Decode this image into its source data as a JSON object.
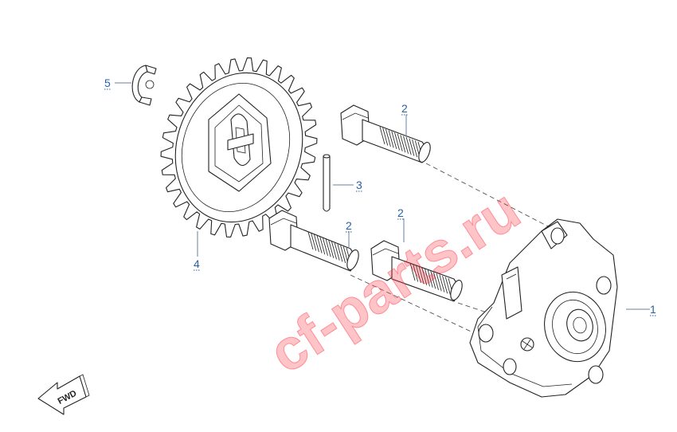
{
  "callouts": [
    {
      "id": "1",
      "label": "1"
    },
    {
      "id": "2a",
      "label": "2"
    },
    {
      "id": "2b",
      "label": "2"
    },
    {
      "id": "2c",
      "label": "2"
    },
    {
      "id": "3",
      "label": "3"
    },
    {
      "id": "4",
      "label": "4"
    },
    {
      "id": "5",
      "label": "5"
    }
  ],
  "watermark": "cf-parts.ru",
  "fwd_label": "FWD",
  "colors": {
    "callout": "#2a5fa8",
    "watermark": "#ff2a3a",
    "line": "#222222"
  }
}
